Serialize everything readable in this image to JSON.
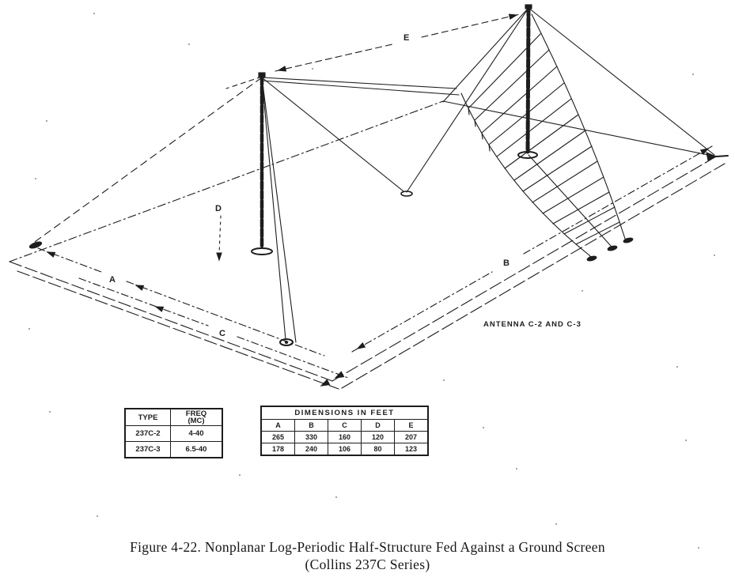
{
  "colors": {
    "ink": "#1d1d1d",
    "paper": "#ffffff"
  },
  "diagram": {
    "annotation": "ANTENNA C-2 AND C-3",
    "labels": {
      "a": "A",
      "b": "B",
      "c": "C",
      "d": "D",
      "e": "E"
    }
  },
  "type_table": {
    "col1_header": "TYPE",
    "col2_header_line1": "FREQ",
    "col2_header_line2": "(MC)",
    "rows": [
      [
        "237C-2",
        "4-40"
      ],
      [
        "237C-3",
        "6.5-40"
      ]
    ]
  },
  "dimensions_table": {
    "title": "DIMENSIONS IN FEET",
    "headers": [
      "A",
      "B",
      "C",
      "D",
      "E"
    ],
    "rows": [
      [
        "265",
        "330",
        "160",
        "120",
        "207"
      ],
      [
        "178",
        "240",
        "106",
        "80",
        "123"
      ]
    ]
  },
  "caption": {
    "line1": "Figure 4-22.  Nonplanar Log-Periodic Half-Structure Fed Against a Ground Screen",
    "line2": "(Collins 237C Series)"
  }
}
